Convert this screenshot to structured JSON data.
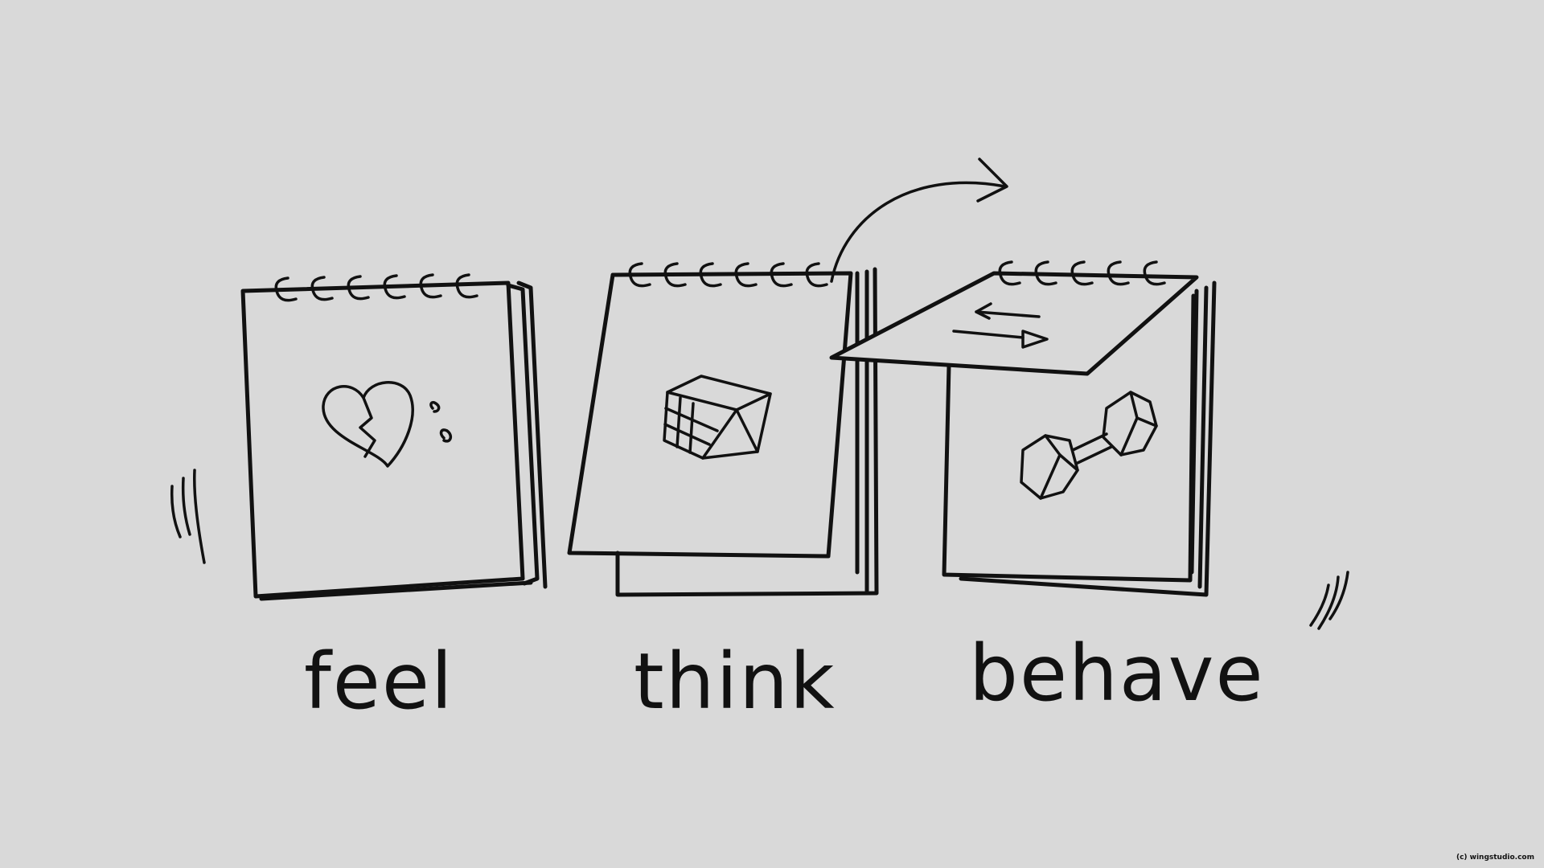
{
  "labels": {
    "feel": "feel",
    "think": "think",
    "behave": "behave"
  },
  "credit": "(c) wingstudio.com",
  "notepads": [
    {
      "label": "feel",
      "icon": "broken-heart-icon"
    },
    {
      "label": "think",
      "icon": "rubiks-cube-icon"
    },
    {
      "label": "behave",
      "icon": "dumbbell-icon"
    }
  ],
  "colors": {
    "background": "#d9d9d9",
    "ink": "#111111"
  }
}
